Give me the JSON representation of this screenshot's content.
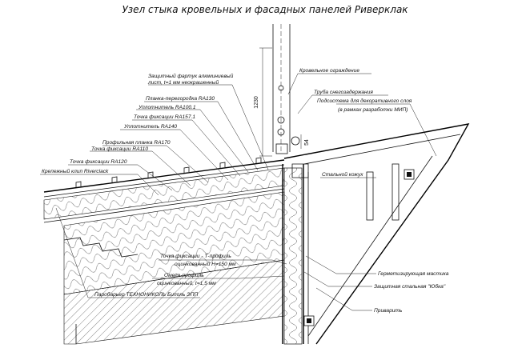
{
  "title": "Узел стыка кровельных и фасадных панелей Риверклак",
  "dimensions": {
    "railing_height": "1230",
    "bracket_height": "54"
  },
  "labels": {
    "flashing_line1": "Защитный фартук алюминиевый",
    "flashing_line2": "лист, t=1 мм неокрашенный",
    "partition_strip": "Планка-перегородка RA130",
    "seal_ra100": "Уплотнитель RA100.1",
    "fix_ra157": "Точка фиксации RA157.1",
    "seal_ra140": "Уплотнитель RA140",
    "profile_strip": "Профильная планка RA170",
    "fix_ra110": "Точка фиксации RA110",
    "fix_ra120": "Точка фиксации RA120",
    "clip": "Крепежный клип Riverclack",
    "roof_railing": "Кровельное ограждение",
    "snow_guard": "Труба снегозадержания",
    "subsystem_line1": "Подсистема для декоративного слоя",
    "subsystem_line2": "(в рамках разработки МИП)",
    "steel_casing": "Стальной кожух",
    "tprofile_line1": "Точка фиксации - Т-профиль",
    "tprofile_line2": "оцинкованный H=150 мм",
    "omega_line1": "Омега-профиль",
    "omega_line2": "оцинкованный, t=1,5 мм",
    "vapor_barrier": "Паробарьер ТЕХНОНИКОЛЬ Биполь ЭПП",
    "sealant": "Герметизирующая мастика",
    "skirt": "Защитная стальная \"Юбка\"",
    "weld": "Приварить"
  }
}
